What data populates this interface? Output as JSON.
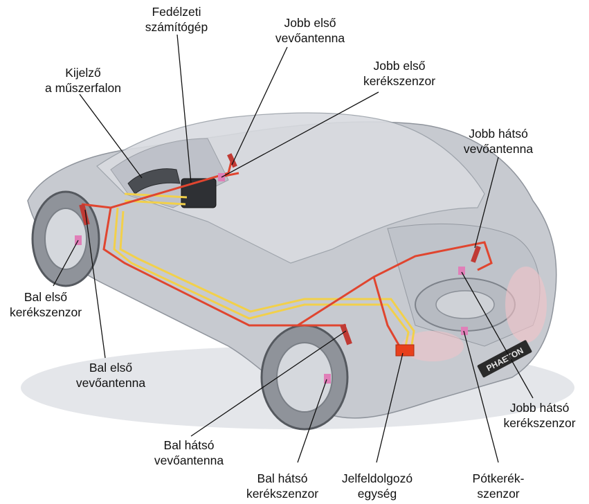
{
  "labels": {
    "dashboard_display": {
      "line1": "Kijelző",
      "line2": "a műszerfalon"
    },
    "onboard_computer": {
      "line1": "Fedélzeti",
      "line2": "számítógép"
    },
    "front_right_antenna": {
      "line1": "Jobb első",
      "line2": "vevőantenna"
    },
    "front_right_sensor": {
      "line1": "Jobb első",
      "line2": "kerékszenzor"
    },
    "rear_right_antenna": {
      "line1": "Jobb hátsó",
      "line2": "vevőantenna"
    },
    "front_left_sensor": {
      "line1": "Bal első",
      "line2": "kerékszenzor"
    },
    "front_left_antenna": {
      "line1": "Bal első",
      "line2": "vevőantenna"
    },
    "rear_left_antenna": {
      "line1": "Bal hátsó",
      "line2": "vevőantenna"
    },
    "rear_left_sensor": {
      "line1": "Bal hátsó",
      "line2": "kerékszenzor"
    },
    "signal_unit": {
      "line1": "Jelfeldolgozó",
      "line2": "egység"
    },
    "spare_wheel_sensor": {
      "line1": "Pótkerék-",
      "line2": "szenzor"
    },
    "rear_right_sensor": {
      "line1": "Jobb hátsó",
      "line2": "kerékszenzor"
    }
  },
  "car_badge": "PHAETON",
  "colors": {
    "car_body": "#c9ccd2",
    "car_shadow": "#9ea3ab",
    "wire_red": "#e0452f",
    "wire_yellow": "#f2d04a",
    "sensor_pink": "#e07fb8",
    "unit_red": "#e8401c",
    "leader_line": "#111111"
  }
}
